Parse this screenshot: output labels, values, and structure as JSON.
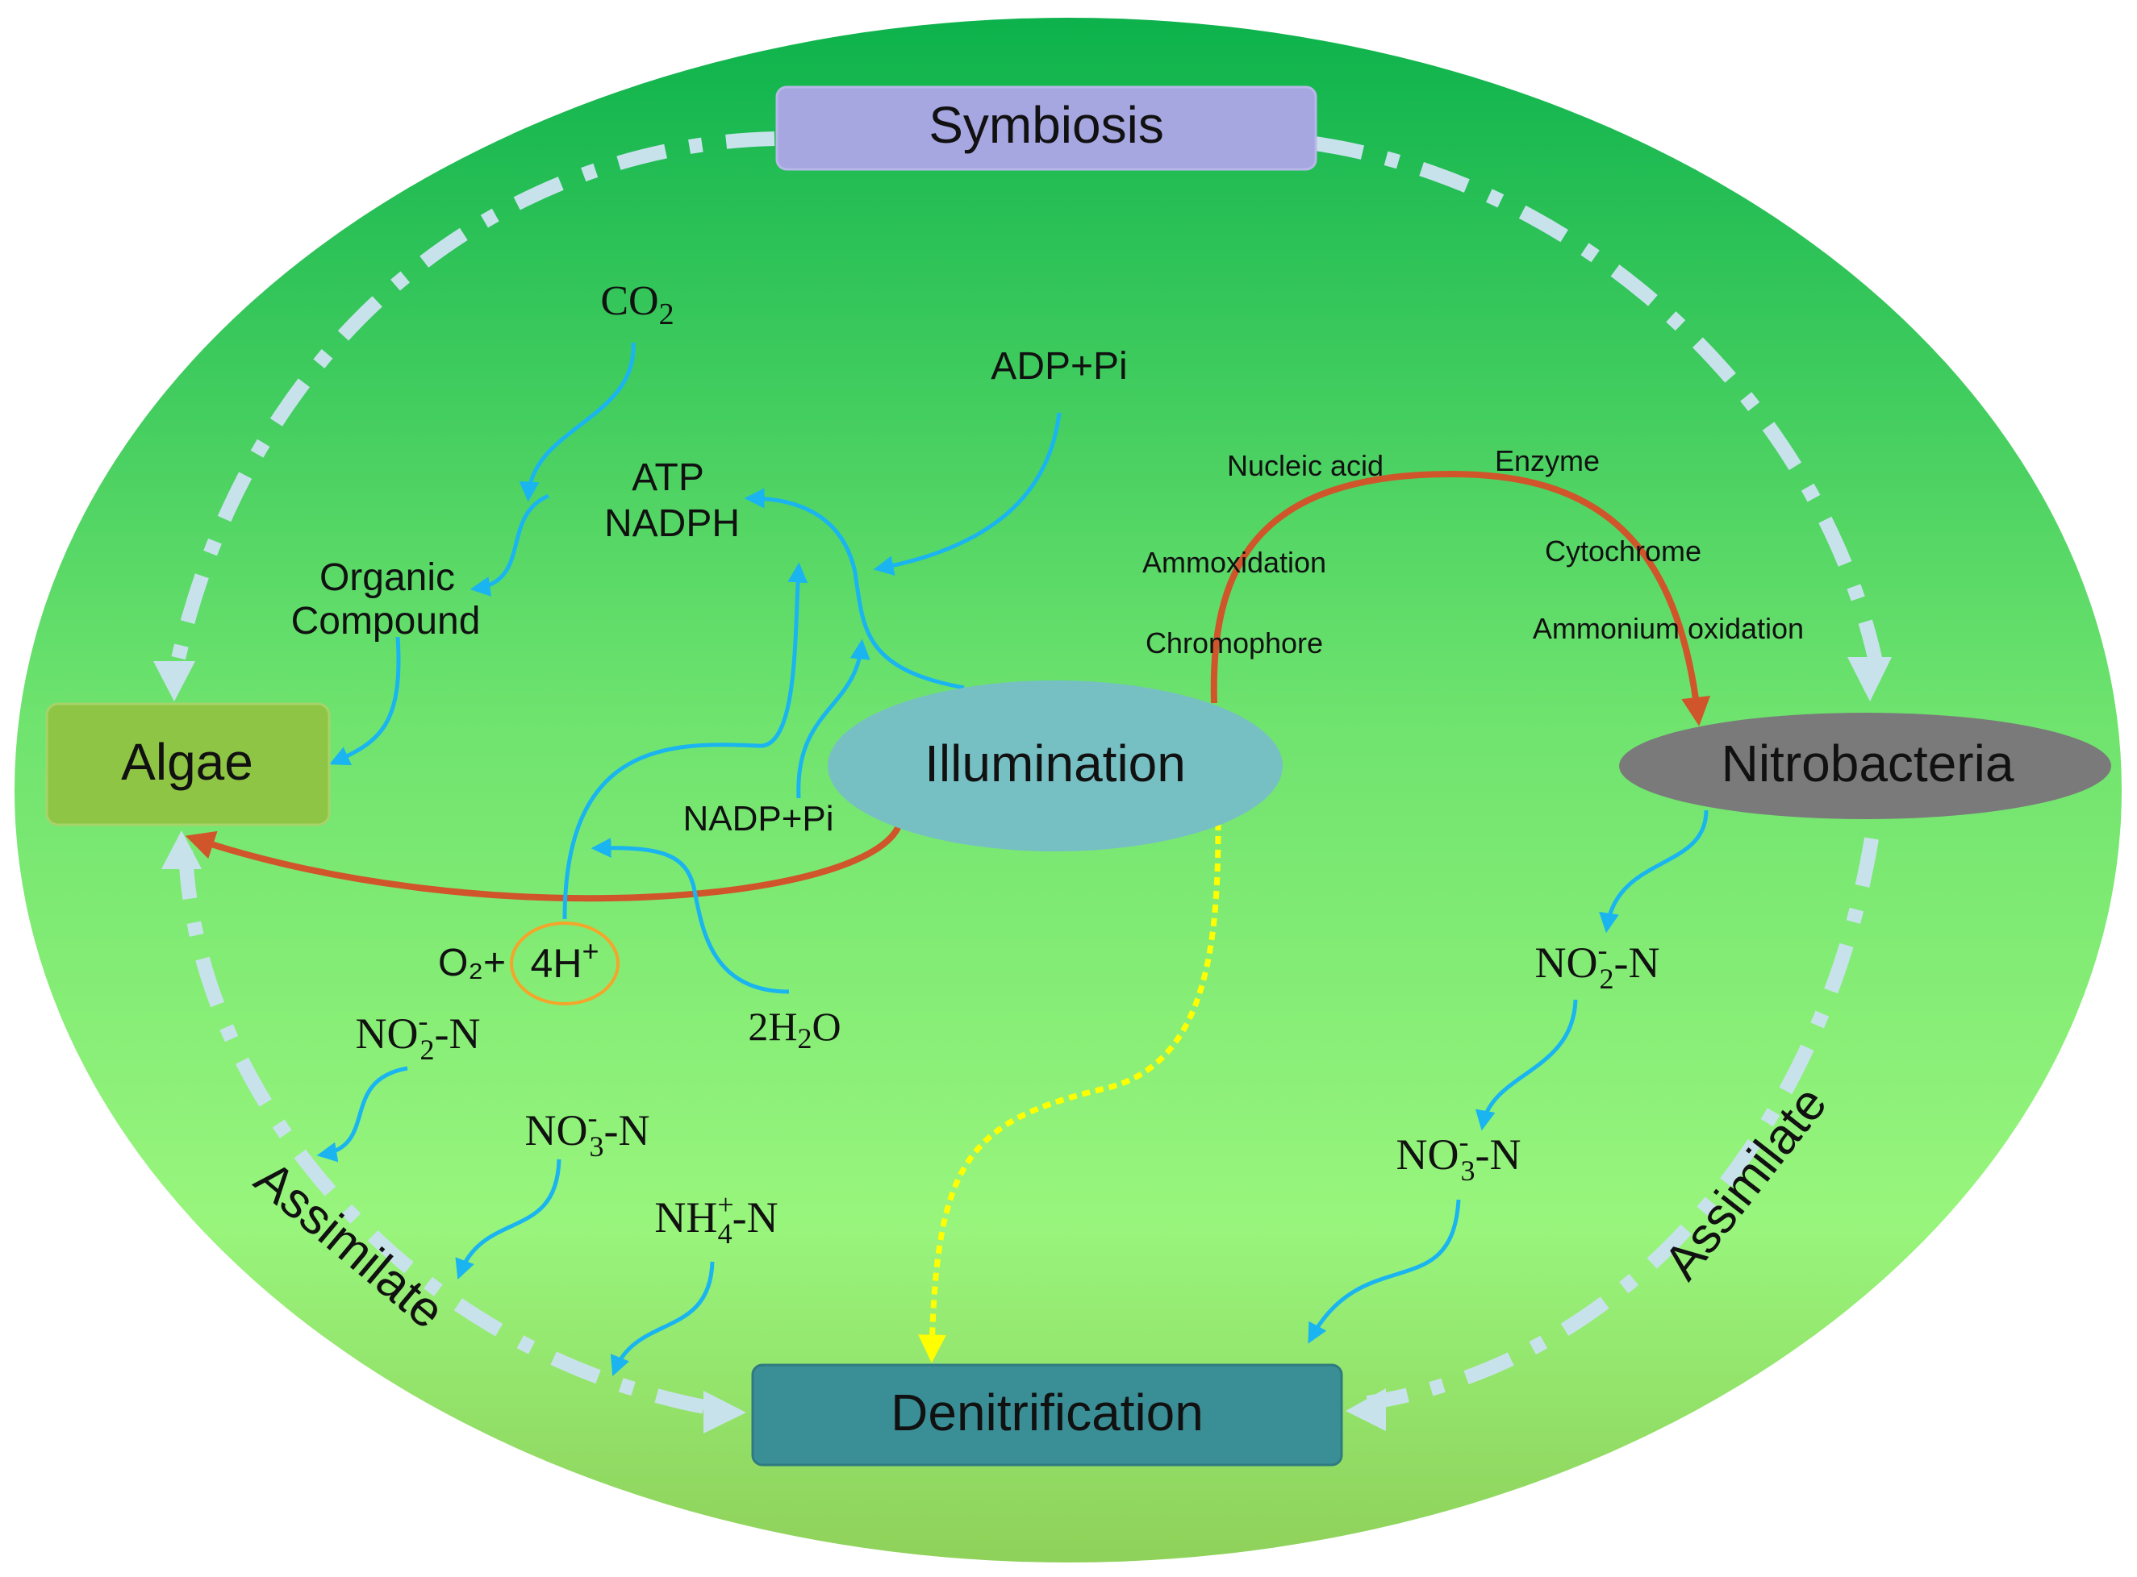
{
  "nodes": {
    "symbiosis": "Symbiosis",
    "algae": "Algae",
    "illumination": "Illumination",
    "nitrobacteria": "Nitrobacteria",
    "denitrification": "Denitrification"
  },
  "photosynthesis": {
    "co2": "CO",
    "co2_sub": "2",
    "adp_pi": "ADP+Pi",
    "atp": "ATP",
    "nadph": "NADPH",
    "organic_line1": "Organic",
    "organic_line2": "Compound",
    "nadp_pi": "NADP+Pi",
    "o2": "O₂+",
    "h_ion": "4H",
    "h_ion_sup": "+",
    "water_coef": "2H",
    "water_sub": "2",
    "water_o": "O"
  },
  "nitrogen_left": {
    "no2": {
      "base": "NO",
      "sup": "-",
      "sub": "2",
      "suffix": "-N"
    },
    "no3": {
      "base": "NO",
      "sup": "-",
      "sub": "3",
      "suffix": "-N"
    },
    "nh4": {
      "base": "NH",
      "sup": "+",
      "sub": "4",
      "suffix": "-N"
    }
  },
  "nitrogen_right": {
    "no2": {
      "base": "NO",
      "sup": "-",
      "sub": "2",
      "suffix": "-N"
    },
    "no3": {
      "base": "NO",
      "sup": "-",
      "sub": "3",
      "suffix": "-N"
    }
  },
  "bacterial_terms": {
    "nucleic_acid": "Nucleic acid",
    "enzyme": "Enzyme",
    "ammoxidation": "Ammoxidation",
    "cytochrome": "Cytochrome",
    "chromophore": "Chromophore",
    "ammonium_oxidation": "Ammonium oxidation"
  },
  "cycle_labels": {
    "assimilate_left": "Assimilate",
    "assimilate_right": "Assimilate"
  },
  "colors": {
    "background_top": "#0db24c",
    "background_mid": "#6ee36e",
    "background_low": "#98f57c",
    "background_bottom": "#8fd15a",
    "symbiosis_fill": "#a6a6e0",
    "algae_fill": "#8fc544",
    "illumination_fill": "#76c0c4",
    "nitrobacteria_fill": "#7a7a7a",
    "denitrification_fill": "#3a8f96",
    "blue_arrow": "#1ab4f0",
    "red_arrow": "#d0552a",
    "yellow_path": "#ffff00",
    "dash_cycle": "#c8e2ec",
    "h_circle": "#f5a52a"
  }
}
